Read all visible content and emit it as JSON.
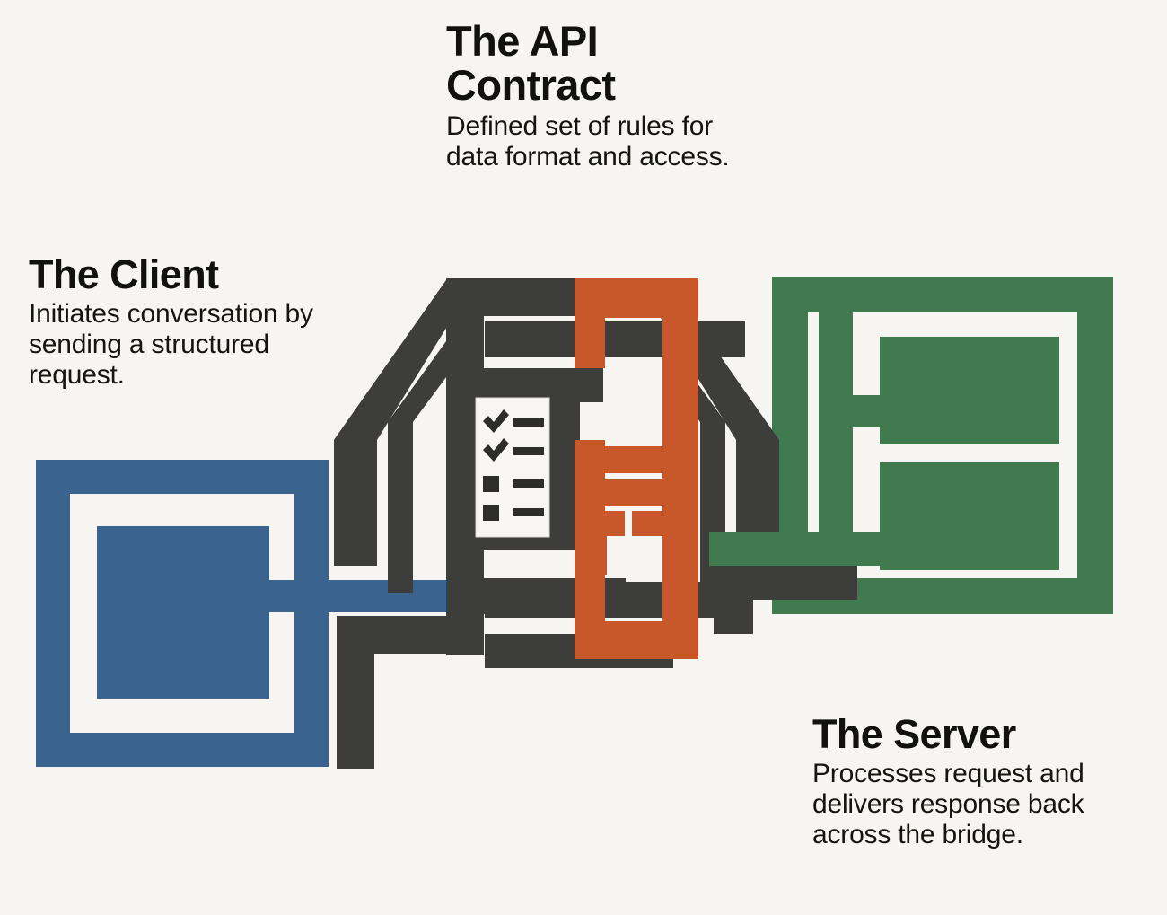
{
  "diagram": {
    "title": "API request/response bridge between client and server",
    "background_color": "#f6f5f1",
    "palette": {
      "client_blue": "#3a6390",
      "contract_orange": "#c8572a",
      "server_green": "#417a4f",
      "bridge_charcoal": "#3d3d3b",
      "paper_white": "#f7f6f2",
      "text_black": "#111110"
    }
  },
  "labels": {
    "api_contract": {
      "heading": "The API Contract",
      "body": "Defined set of rules for data format and access."
    },
    "client": {
      "heading": "The Client",
      "body": "Initiates conversation by sending a structured request."
    },
    "server": {
      "heading": "The Server",
      "body": "Processes request and delivers response back across the bridge."
    }
  },
  "nodes": {
    "client": {
      "name": "client-block",
      "shape": "nested-square-outline",
      "color": "#3a6390",
      "connector": "stub-right"
    },
    "contract": {
      "name": "api-contract-frame",
      "shape": "tall-hook-frame",
      "color": "#c8572a",
      "panel_items": [
        "wide-bar",
        "wide-bar",
        "small-square",
        "small-square"
      ]
    },
    "server": {
      "name": "server-block",
      "shape": "square-outline-with-two-racks",
      "color": "#417a4f",
      "connector": "stub-left"
    },
    "bridge": {
      "name": "bridge-structure",
      "color": "#3d3d3b",
      "elements": [
        "left-diagonal-cable",
        "right-diagonal-cable",
        "central-pylon",
        "upper-deck-bar",
        "lower-deck-bar",
        "roadway"
      ]
    },
    "checklist": {
      "name": "contract-checklist-card",
      "rows": [
        {
          "marker": "check",
          "line": true
        },
        {
          "marker": "check",
          "line": true
        },
        {
          "marker": "box",
          "line": true
        },
        {
          "marker": "box",
          "line": true
        }
      ]
    }
  }
}
